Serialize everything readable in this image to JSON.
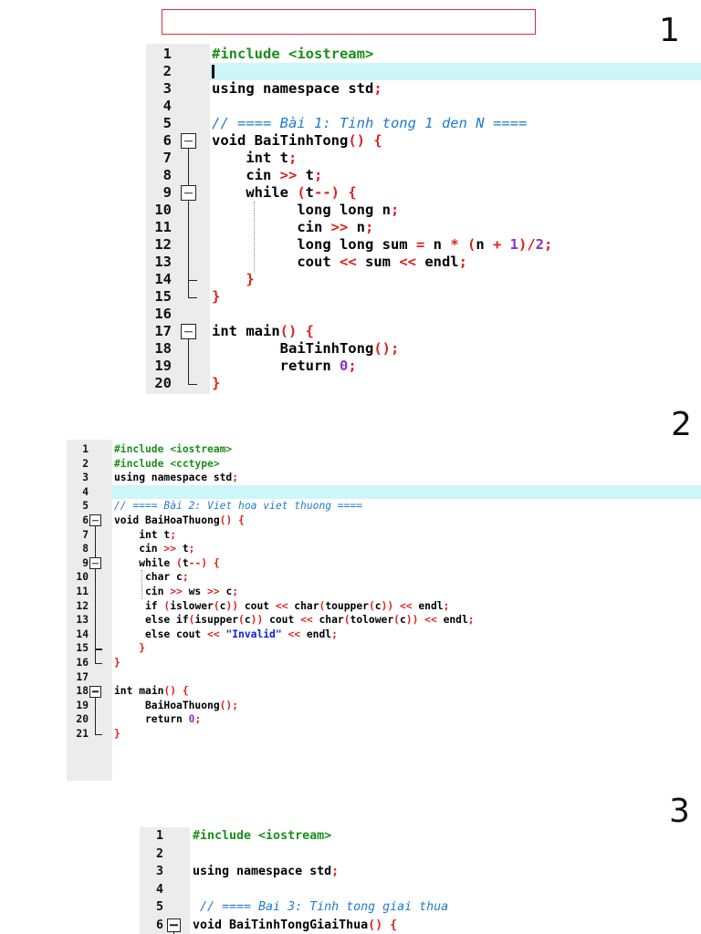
{
  "section_numbers": [
    "1",
    "2",
    "3"
  ],
  "panels": [
    {
      "id": "panel-1",
      "lines": [
        {
          "n": "1",
          "tokens": [
            {
              "t": "#include <iostream>",
              "c": "pp"
            }
          ]
        },
        {
          "n": "2",
          "tokens": []
        },
        {
          "n": "3",
          "tokens": [
            {
              "t": "using namespace ",
              "c": "kw"
            },
            {
              "t": "std",
              "c": "id"
            },
            {
              "t": ";",
              "c": "op"
            }
          ]
        },
        {
          "n": "4",
          "tokens": []
        },
        {
          "n": "5",
          "tokens": [
            {
              "t": "// ==== Bài 1: Tinh tong 1 den N ====",
              "c": "cm"
            }
          ]
        },
        {
          "n": "6",
          "tokens": [
            {
              "t": "void ",
              "c": "kw"
            },
            {
              "t": "BaiTinhTong",
              "c": "id"
            },
            {
              "t": "() {",
              "c": "op"
            }
          ]
        },
        {
          "n": "7",
          "tokens": [
            {
              "t": "    int ",
              "c": "kw"
            },
            {
              "t": "t",
              "c": "id"
            },
            {
              "t": ";",
              "c": "op"
            }
          ]
        },
        {
          "n": "8",
          "tokens": [
            {
              "t": "    cin ",
              "c": "id"
            },
            {
              "t": ">> ",
              "c": "op"
            },
            {
              "t": "t",
              "c": "id"
            },
            {
              "t": ";",
              "c": "op"
            }
          ]
        },
        {
          "n": "9",
          "tokens": [
            {
              "t": "    while ",
              "c": "kw"
            },
            {
              "t": "(",
              "c": "op"
            },
            {
              "t": "t",
              "c": "id"
            },
            {
              "t": "--) {",
              "c": "op"
            }
          ]
        },
        {
          "n": "10",
          "tokens": [
            {
              "t": "          long long ",
              "c": "kw"
            },
            {
              "t": "n",
              "c": "id"
            },
            {
              "t": ";",
              "c": "op"
            }
          ]
        },
        {
          "n": "11",
          "tokens": [
            {
              "t": "          cin ",
              "c": "id"
            },
            {
              "t": ">> ",
              "c": "op"
            },
            {
              "t": "n",
              "c": "id"
            },
            {
              "t": ";",
              "c": "op"
            }
          ]
        },
        {
          "n": "12",
          "tokens": [
            {
              "t": "          long long ",
              "c": "kw"
            },
            {
              "t": "sum ",
              "c": "id"
            },
            {
              "t": "= ",
              "c": "op"
            },
            {
              "t": "n ",
              "c": "id"
            },
            {
              "t": "* (",
              "c": "op"
            },
            {
              "t": "n ",
              "c": "id"
            },
            {
              "t": "+ ",
              "c": "op"
            },
            {
              "t": "1",
              "c": "num"
            },
            {
              "t": ")/",
              "c": "op"
            },
            {
              "t": "2",
              "c": "num"
            },
            {
              "t": ";",
              "c": "op"
            }
          ]
        },
        {
          "n": "13",
          "tokens": [
            {
              "t": "          cout ",
              "c": "id"
            },
            {
              "t": "<< ",
              "c": "op"
            },
            {
              "t": "sum ",
              "c": "id"
            },
            {
              "t": "<< ",
              "c": "op"
            },
            {
              "t": "endl",
              "c": "id"
            },
            {
              "t": ";",
              "c": "op"
            }
          ]
        },
        {
          "n": "14",
          "tokens": [
            {
              "t": "    }",
              "c": "op"
            }
          ]
        },
        {
          "n": "15",
          "tokens": [
            {
              "t": "}",
              "c": "op"
            }
          ]
        },
        {
          "n": "16",
          "tokens": []
        },
        {
          "n": "17",
          "tokens": [
            {
              "t": "int ",
              "c": "kw"
            },
            {
              "t": "main",
              "c": "id"
            },
            {
              "t": "() {",
              "c": "op"
            }
          ]
        },
        {
          "n": "18",
          "tokens": [
            {
              "t": "        BaiTinhTong",
              "c": "id"
            },
            {
              "t": "();",
              "c": "op"
            }
          ]
        },
        {
          "n": "19",
          "tokens": [
            {
              "t": "        return ",
              "c": "kw"
            },
            {
              "t": "0",
              "c": "num"
            },
            {
              "t": ";",
              "c": "op"
            }
          ]
        },
        {
          "n": "20",
          "tokens": [
            {
              "t": "}",
              "c": "op"
            }
          ]
        }
      ]
    },
    {
      "id": "panel-2",
      "lines": [
        {
          "n": "1",
          "tokens": [
            {
              "t": "#include <iostream>",
              "c": "pp"
            }
          ]
        },
        {
          "n": "2",
          "tokens": [
            {
              "t": "#include <cctype>",
              "c": "pp"
            }
          ]
        },
        {
          "n": "3",
          "tokens": [
            {
              "t": "using namespace ",
              "c": "kw"
            },
            {
              "t": "std",
              "c": "id"
            },
            {
              "t": ";",
              "c": "op"
            }
          ]
        },
        {
          "n": "4",
          "tokens": []
        },
        {
          "n": "5",
          "tokens": [
            {
              "t": "// ==== Bài 2: Viet hoa viet thuong ====",
              "c": "cm"
            }
          ]
        },
        {
          "n": "6",
          "tokens": [
            {
              "t": "void ",
              "c": "kw"
            },
            {
              "t": "BaiHoaThuong",
              "c": "id"
            },
            {
              "t": "() {",
              "c": "op"
            }
          ]
        },
        {
          "n": "7",
          "tokens": [
            {
              "t": "    int ",
              "c": "kw"
            },
            {
              "t": "t",
              "c": "id"
            },
            {
              "t": ";",
              "c": "op"
            }
          ]
        },
        {
          "n": "8",
          "tokens": [
            {
              "t": "    cin ",
              "c": "id"
            },
            {
              "t": ">> ",
              "c": "op"
            },
            {
              "t": "t",
              "c": "id"
            },
            {
              "t": ";",
              "c": "op"
            }
          ]
        },
        {
          "n": "9",
          "tokens": [
            {
              "t": "    while ",
              "c": "kw"
            },
            {
              "t": "(",
              "c": "op"
            },
            {
              "t": "t",
              "c": "id"
            },
            {
              "t": "--) {",
              "c": "op"
            }
          ]
        },
        {
          "n": "10",
          "tokens": [
            {
              "t": "     char ",
              "c": "kw"
            },
            {
              "t": "c",
              "c": "id"
            },
            {
              "t": ";",
              "c": "op"
            }
          ]
        },
        {
          "n": "11",
          "tokens": [
            {
              "t": "     cin ",
              "c": "id"
            },
            {
              "t": ">> ",
              "c": "op"
            },
            {
              "t": "ws ",
              "c": "id"
            },
            {
              "t": ">> ",
              "c": "op"
            },
            {
              "t": "c",
              "c": "id"
            },
            {
              "t": ";",
              "c": "op"
            }
          ]
        },
        {
          "n": "12",
          "tokens": [
            {
              "t": "     if ",
              "c": "kw"
            },
            {
              "t": "(",
              "c": "op"
            },
            {
              "t": "islower",
              "c": "id"
            },
            {
              "t": "(",
              "c": "op"
            },
            {
              "t": "c",
              "c": "id"
            },
            {
              "t": ")) ",
              "c": "op"
            },
            {
              "t": "cout ",
              "c": "id"
            },
            {
              "t": "<< ",
              "c": "op"
            },
            {
              "t": "char",
              "c": "kw"
            },
            {
              "t": "(",
              "c": "op"
            },
            {
              "t": "toupper",
              "c": "id"
            },
            {
              "t": "(",
              "c": "op"
            },
            {
              "t": "c",
              "c": "id"
            },
            {
              "t": ")) << ",
              "c": "op"
            },
            {
              "t": "endl",
              "c": "id"
            },
            {
              "t": ";",
              "c": "op"
            }
          ]
        },
        {
          "n": "13",
          "tokens": [
            {
              "t": "     else if",
              "c": "kw"
            },
            {
              "t": "(",
              "c": "op"
            },
            {
              "t": "isupper",
              "c": "id"
            },
            {
              "t": "(",
              "c": "op"
            },
            {
              "t": "c",
              "c": "id"
            },
            {
              "t": ")) ",
              "c": "op"
            },
            {
              "t": "cout ",
              "c": "id"
            },
            {
              "t": "<< ",
              "c": "op"
            },
            {
              "t": "char",
              "c": "kw"
            },
            {
              "t": "(",
              "c": "op"
            },
            {
              "t": "tolower",
              "c": "id"
            },
            {
              "t": "(",
              "c": "op"
            },
            {
              "t": "c",
              "c": "id"
            },
            {
              "t": ")) << ",
              "c": "op"
            },
            {
              "t": "endl",
              "c": "id"
            },
            {
              "t": ";",
              "c": "op"
            }
          ]
        },
        {
          "n": "14",
          "tokens": [
            {
              "t": "     else ",
              "c": "kw"
            },
            {
              "t": "cout ",
              "c": "id"
            },
            {
              "t": "<< ",
              "c": "op"
            },
            {
              "t": "\"Invalid\" ",
              "c": "str"
            },
            {
              "t": "<< ",
              "c": "op"
            },
            {
              "t": "endl",
              "c": "id"
            },
            {
              "t": ";",
              "c": "op"
            }
          ]
        },
        {
          "n": "15",
          "tokens": [
            {
              "t": "    }",
              "c": "op"
            }
          ]
        },
        {
          "n": "16",
          "tokens": [
            {
              "t": "}",
              "c": "op"
            }
          ]
        },
        {
          "n": "17",
          "tokens": []
        },
        {
          "n": "18",
          "tokens": [
            {
              "t": "int ",
              "c": "kw"
            },
            {
              "t": "main",
              "c": "id"
            },
            {
              "t": "() {",
              "c": "op"
            }
          ]
        },
        {
          "n": "19",
          "tokens": [
            {
              "t": "     BaiHoaThuong",
              "c": "id"
            },
            {
              "t": "();",
              "c": "op"
            }
          ]
        },
        {
          "n": "20",
          "tokens": [
            {
              "t": "     return ",
              "c": "kw"
            },
            {
              "t": "0",
              "c": "num"
            },
            {
              "t": ";",
              "c": "op"
            }
          ]
        },
        {
          "n": "21",
          "tokens": [
            {
              "t": "}",
              "c": "op"
            }
          ]
        }
      ]
    },
    {
      "id": "panel-3",
      "lines": [
        {
          "n": "1",
          "tokens": [
            {
              "t": "#include <iostream>",
              "c": "pp"
            }
          ]
        },
        {
          "n": "2",
          "tokens": []
        },
        {
          "n": "3",
          "tokens": [
            {
              "t": "using namespace ",
              "c": "kw"
            },
            {
              "t": "std",
              "c": "id"
            },
            {
              "t": ";",
              "c": "op"
            }
          ]
        },
        {
          "n": "4",
          "tokens": []
        },
        {
          "n": "5",
          "tokens": [
            {
              "t": " // ==== Bai 3: Tinh tong giai thua",
              "c": "cm"
            }
          ]
        },
        {
          "n": "6",
          "tokens": [
            {
              "t": "void ",
              "c": "kw"
            },
            {
              "t": "BaiTinhTongGiaiThua",
              "c": "id"
            },
            {
              "t": "() {",
              "c": "op"
            }
          ]
        }
      ]
    }
  ]
}
